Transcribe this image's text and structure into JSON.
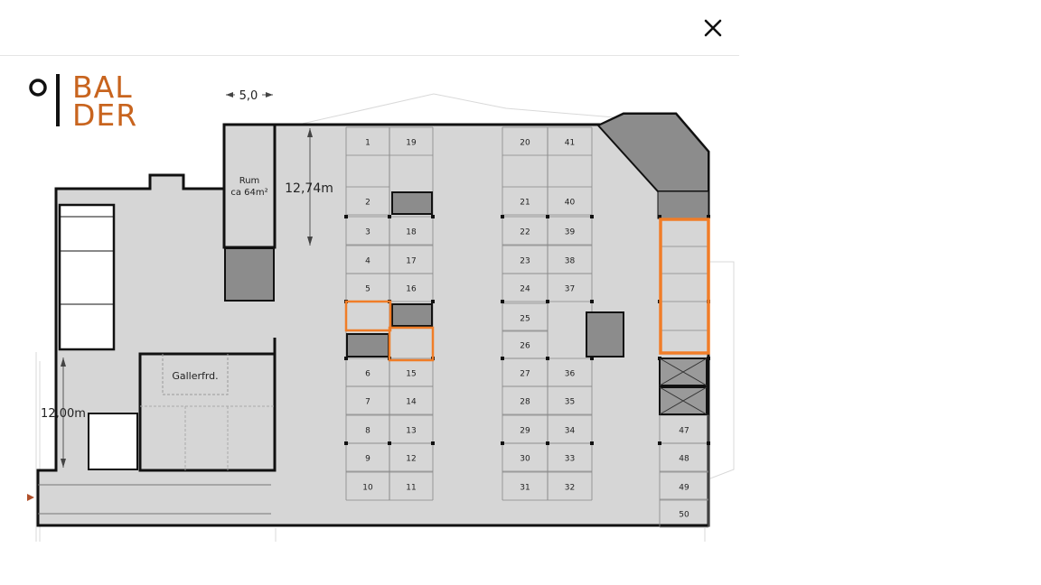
{
  "modal": {
    "close_icon": "close-icon"
  },
  "logo": {
    "line1": "BAL",
    "line2": "DER",
    "color": "#c8641e"
  },
  "dimensions": {
    "top_width": "5,0",
    "room_depth": "12,74m",
    "left_depth": "12,00m"
  },
  "room": {
    "name": "Rum",
    "area": "ca 64m²"
  },
  "gallery": {
    "label": "Gallerfrd."
  },
  "colors": {
    "highlight": "#f07d28",
    "floor": "#d4d4d4",
    "storage": "#8c8c8c"
  },
  "spaces": {
    "col1": [
      "1",
      "2",
      "3",
      "4",
      "5",
      "6",
      "7",
      "8",
      "9",
      "10"
    ],
    "col2": [
      "19",
      "18",
      "17",
      "16",
      "15",
      "14",
      "13",
      "12",
      "11"
    ],
    "col3": [
      "20",
      "21",
      "22",
      "23",
      "24",
      "25",
      "26",
      "27",
      "28",
      "29",
      "30",
      "31"
    ],
    "col4": [
      "41",
      "40",
      "39",
      "38",
      "37",
      "36",
      "35",
      "34",
      "33",
      "32"
    ],
    "col5": [
      "47",
      "48",
      "49",
      "50"
    ]
  }
}
